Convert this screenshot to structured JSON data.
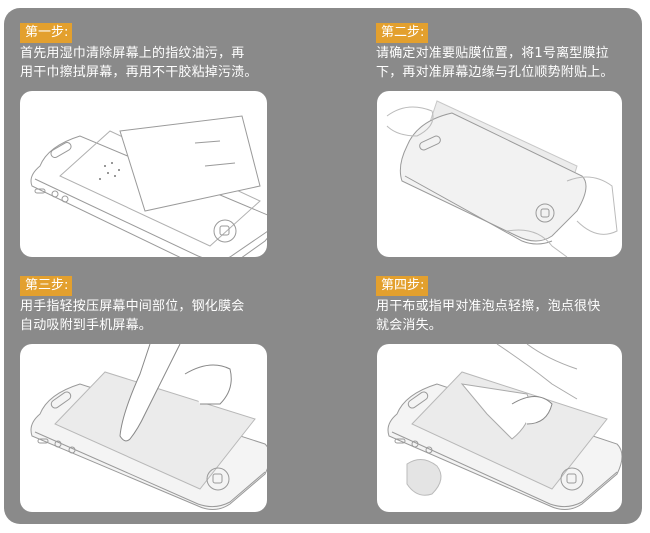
{
  "colors": {
    "panel_bg": "#8a8a8a",
    "badge_bg": "#e3a02e",
    "text": "#ffffff",
    "card_bg": "#ffffff"
  },
  "steps": [
    {
      "badge": "第一步:",
      "description": "首先用湿巾清除屏幕上的指纹油污，再\n用干巾擦拭屏幕，再用不干胶粘掉污渍。",
      "illustration": "phone-wipe-cloth"
    },
    {
      "badge": "第二步:",
      "description": "请确定对准要贴膜位置，将1号离型膜拉\n下，再对准屏幕边缘与孔位顺势附贴上。",
      "illustration": "phone-align-film"
    },
    {
      "badge": "第三步:",
      "description": "用手指轻按压屏幕中间部位，钢化膜会\n自动吸附到手机屏幕。",
      "illustration": "phone-press-center"
    },
    {
      "badge": "第四步:",
      "description": "用干布或指甲对准泡点轻擦，泡点很快\n就会消失。",
      "illustration": "phone-remove-bubbles"
    }
  ]
}
